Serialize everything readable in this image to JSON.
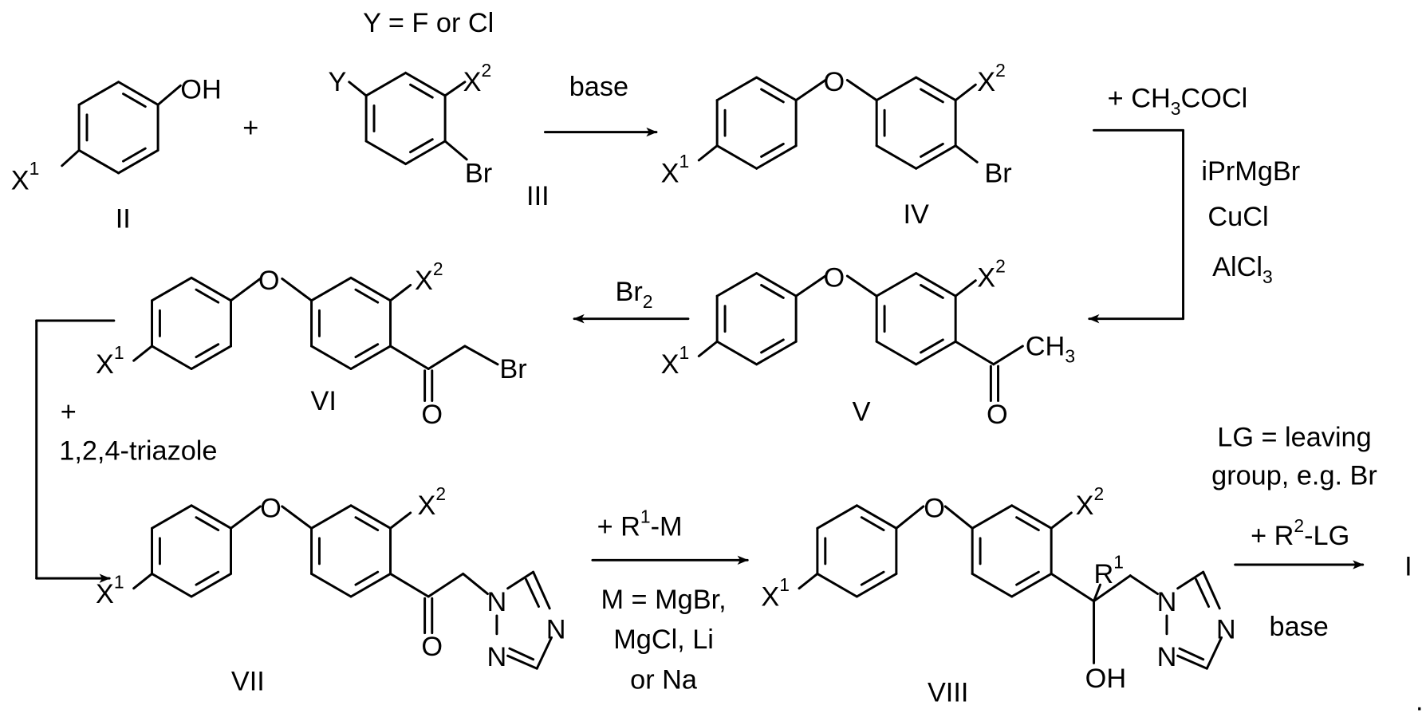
{
  "atoms": {
    "OH": "OH",
    "Y": "Y",
    "X": "X",
    "one": "1",
    "two": "2",
    "Br": "Br",
    "O": "O",
    "N": "N",
    "CH": "CH",
    "three": "3",
    "R": "R"
  },
  "compounds": {
    "II": "II",
    "III": "III",
    "IV": "IV",
    "V": "V",
    "VI": "VI",
    "VII": "VII",
    "VIII": "VIII",
    "I": "I"
  },
  "notes": {
    "y_def": "Y = F or Cl",
    "lg_line1": "LG = leaving",
    "lg_line2": "group, e.g. Br",
    "period": "."
  },
  "reagents": {
    "plus": "+",
    "step1": "base",
    "step2_a": "+ CH",
    "step2_a_sub": "3",
    "step2_a_end": "COCl",
    "step2_b": "iPrMgBr",
    "step2_c": "CuCl",
    "step2_d": "AlCl",
    "step2_d_sub": "3",
    "step3": "Br",
    "step3_sub": "2",
    "step4_plus": "+",
    "step4": "1,2,4-triazole",
    "step5_a": "+   R",
    "step5_a_sup": "1",
    "step5_a_end": "-M",
    "step5_b": "M = MgBr,",
    "step5_c": "MgCl, Li",
    "step5_d": "or Na",
    "step6_a": "+ R",
    "step6_a_sup": "2",
    "step6_a_end": "-LG",
    "step6_b": "base"
  }
}
